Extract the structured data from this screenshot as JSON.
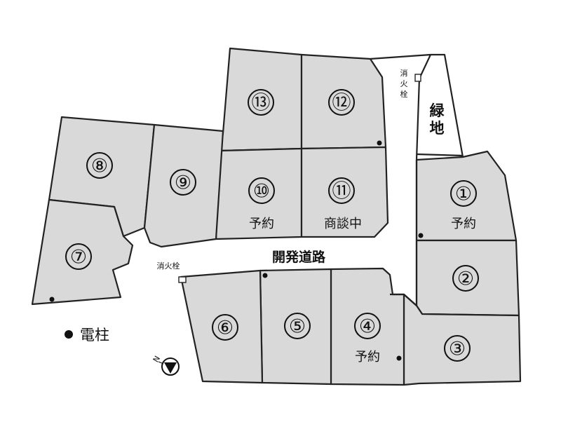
{
  "lots": [
    {
      "id": "lot-1",
      "number": "①",
      "status": "予約"
    },
    {
      "id": "lot-2",
      "number": "②",
      "status": ""
    },
    {
      "id": "lot-3",
      "number": "③",
      "status": ""
    },
    {
      "id": "lot-4",
      "number": "④",
      "status": "予約"
    },
    {
      "id": "lot-5",
      "number": "⑤",
      "status": ""
    },
    {
      "id": "lot-6",
      "number": "⑥",
      "status": ""
    },
    {
      "id": "lot-7",
      "number": "⑦",
      "status": ""
    },
    {
      "id": "lot-8",
      "number": "⑧",
      "status": ""
    },
    {
      "id": "lot-9",
      "number": "⑨",
      "status": ""
    },
    {
      "id": "lot-10",
      "number": "⑩",
      "status": "予約"
    },
    {
      "id": "lot-11",
      "number": "⑪",
      "status": "商談中"
    },
    {
      "id": "lot-12",
      "number": "⑫",
      "status": ""
    },
    {
      "id": "lot-13",
      "number": "⑬",
      "status": ""
    }
  ],
  "road_label": "開発道路",
  "hydrant_label": "消火栓",
  "hydrant_vertical": [
    "消",
    "火",
    "栓"
  ],
  "green_label": [
    "緑",
    "地"
  ],
  "legend": {
    "symbol": "●",
    "label": "電柱"
  },
  "north_label": "N",
  "colors": {
    "lot_fill": "#d9d9d9",
    "stroke": "#222222",
    "background": "#ffffff"
  }
}
